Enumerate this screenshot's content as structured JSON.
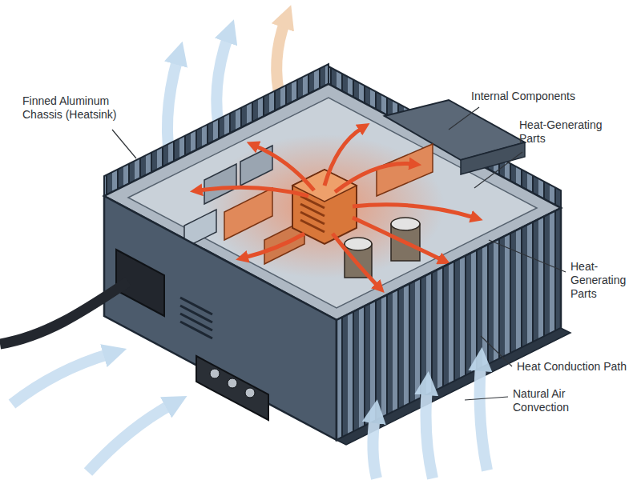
{
  "diagram": {
    "labels": [
      "Finned Aluminum Chassis (Heatsink)",
      "Internal Components",
      "Heat-Generating Parts",
      "Heat- Generating Parts",
      "Heat Conduction Path",
      "Natural Air Convection"
    ]
  }
}
